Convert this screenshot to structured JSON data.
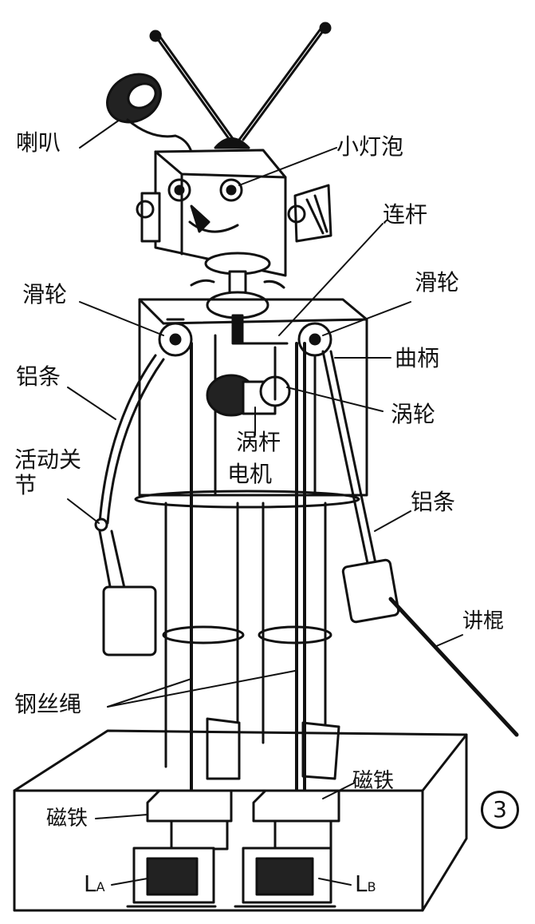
{
  "labels": {
    "speaker": "喇叭",
    "bulb": "小灯泡",
    "link_rod": "连杆",
    "pulley_left": "滑轮",
    "pulley_right": "滑轮",
    "crank": "曲柄",
    "aluminum_strip_left": "铝条",
    "aluminum_strip_right": "铝条",
    "worm_gear": "涡轮",
    "worm": "涡杆",
    "motor": "电机",
    "joint": "活动关节",
    "pointer": "讲棍",
    "wire_rope": "钢丝绳",
    "magnet_right": "磁铁",
    "magnet_left": "磁铁",
    "coil_a_letter": "L",
    "coil_a_sub": "A",
    "coil_b_letter": "L",
    "coil_b_sub": "B"
  },
  "figure_number": "3",
  "colors": {
    "ink": "#111111",
    "paper": "#ffffff"
  }
}
